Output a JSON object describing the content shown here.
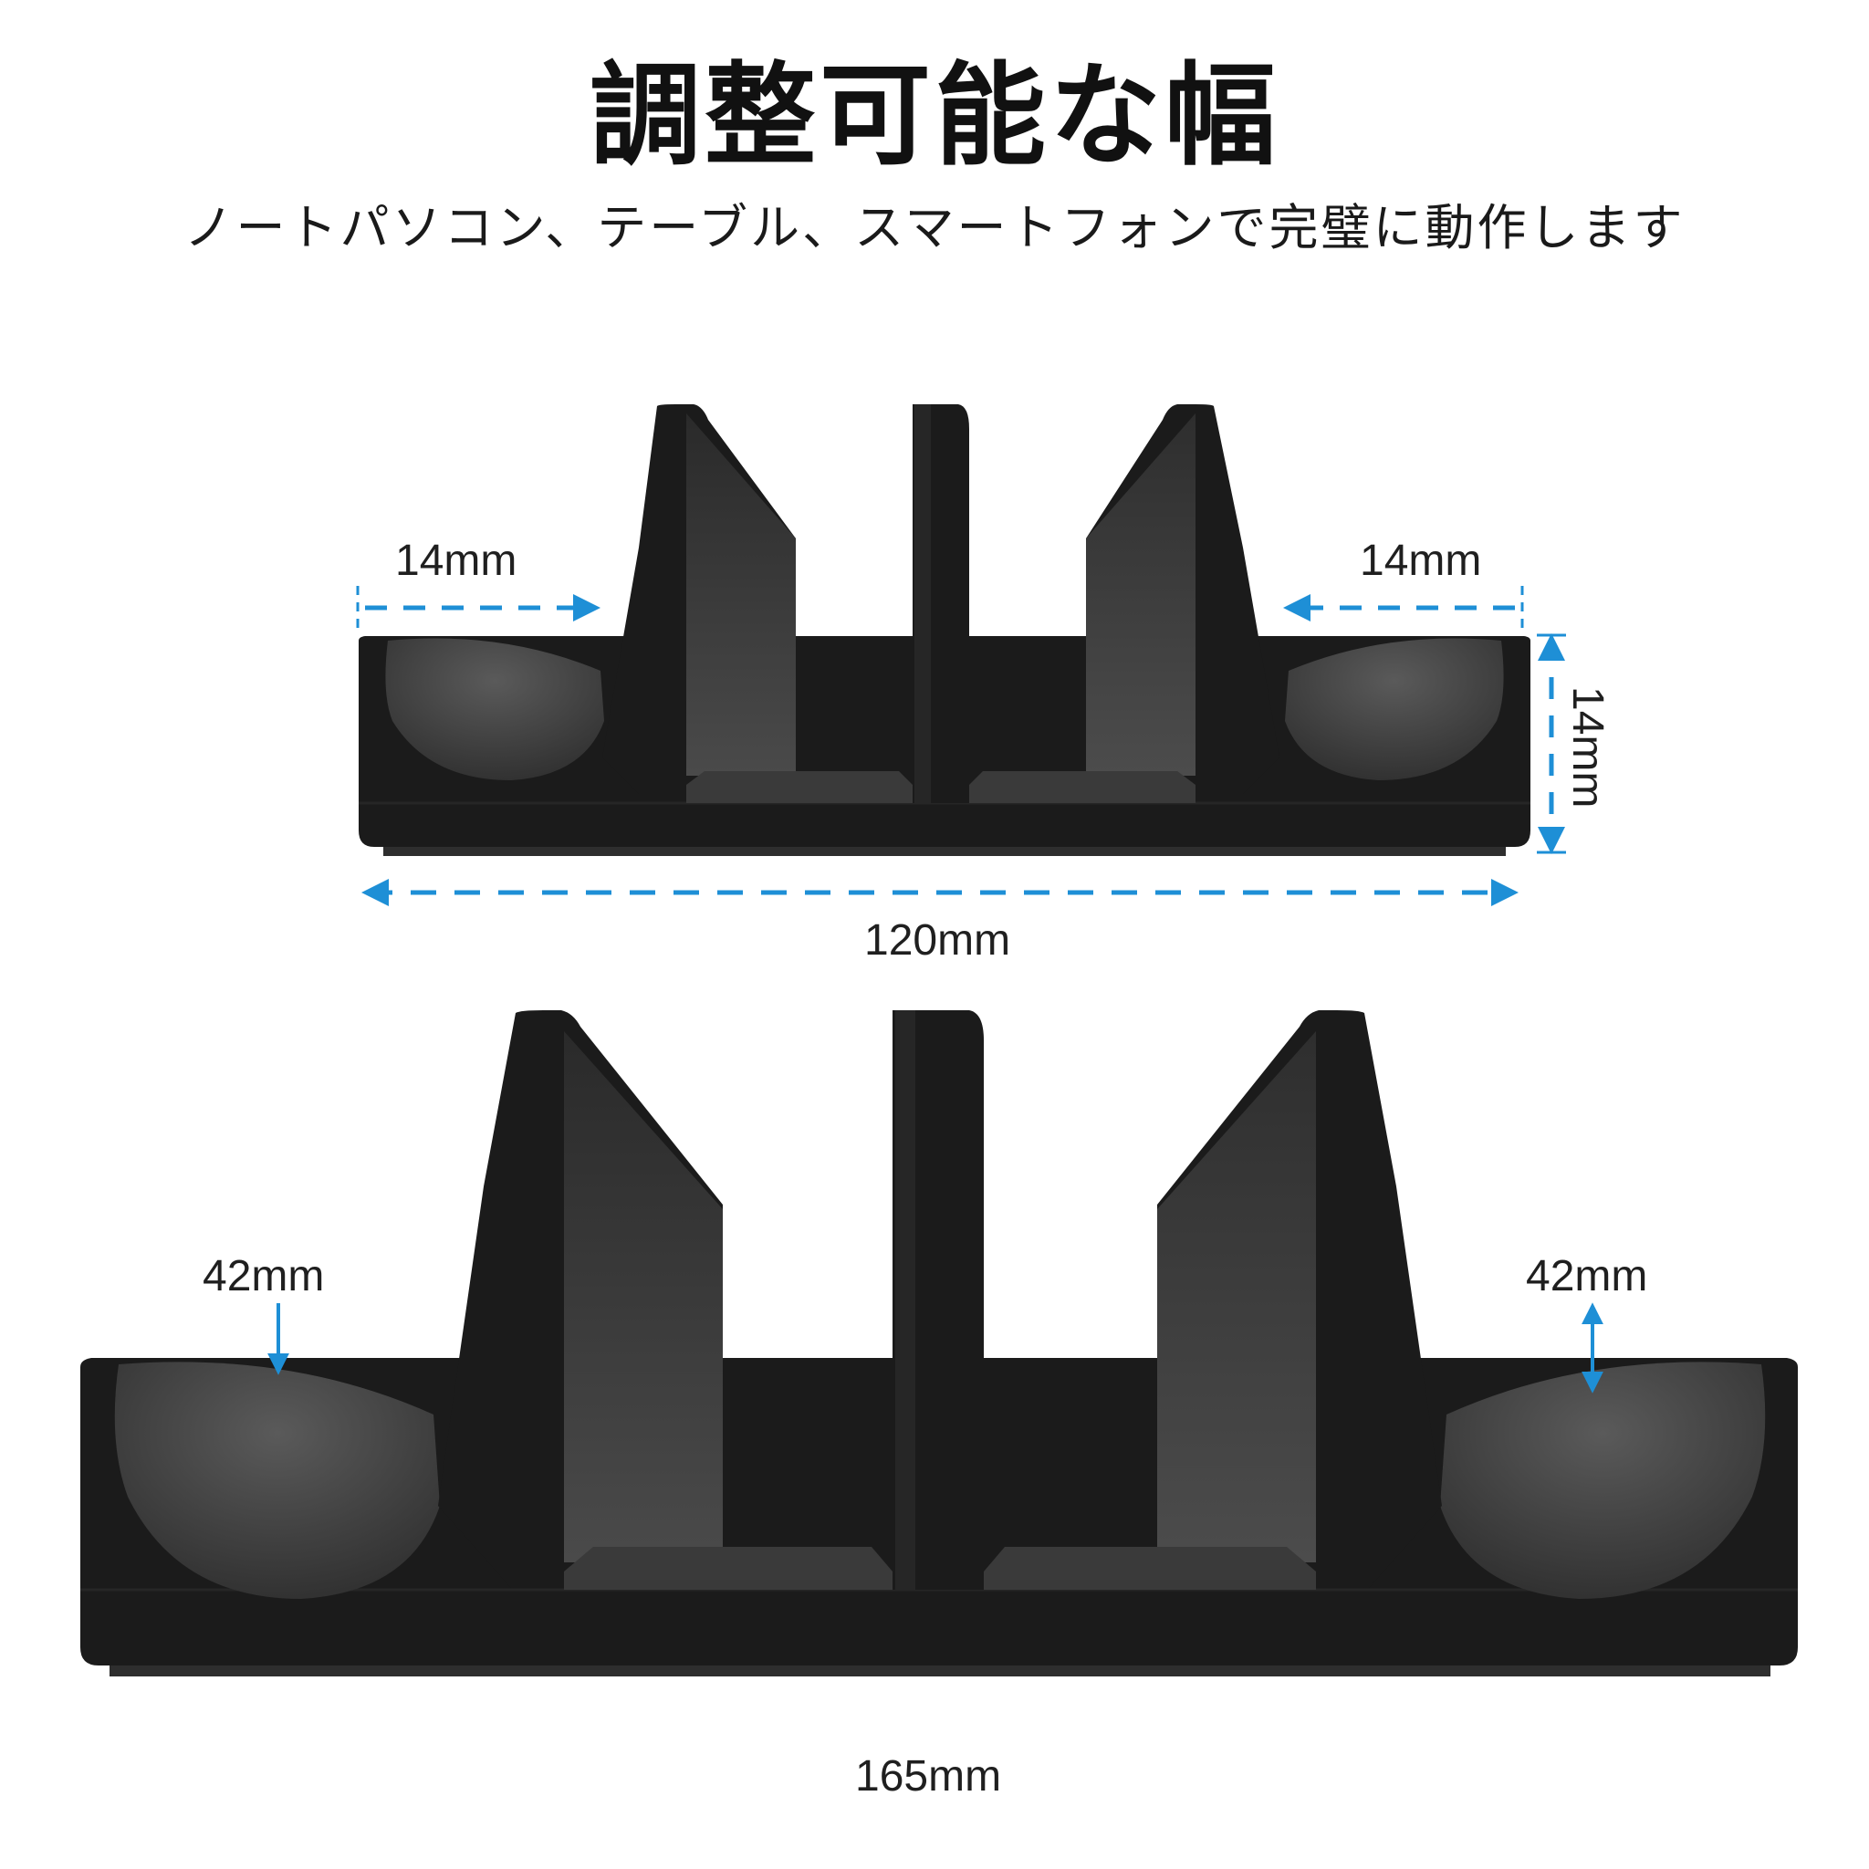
{
  "title": "調整可能な幅",
  "subtitle": "ノートパソコン、テーブル、スマートフォンで完璧に動作します",
  "accent_color": "#1e8fd6",
  "product_color": "#1b1b1b",
  "top_stand": {
    "slot_left": "14mm",
    "slot_right": "14mm",
    "height": "14mm",
    "width": "120mm"
  },
  "bottom_stand": {
    "slot_left": "42mm",
    "slot_right": "42mm",
    "width": "165mm"
  }
}
